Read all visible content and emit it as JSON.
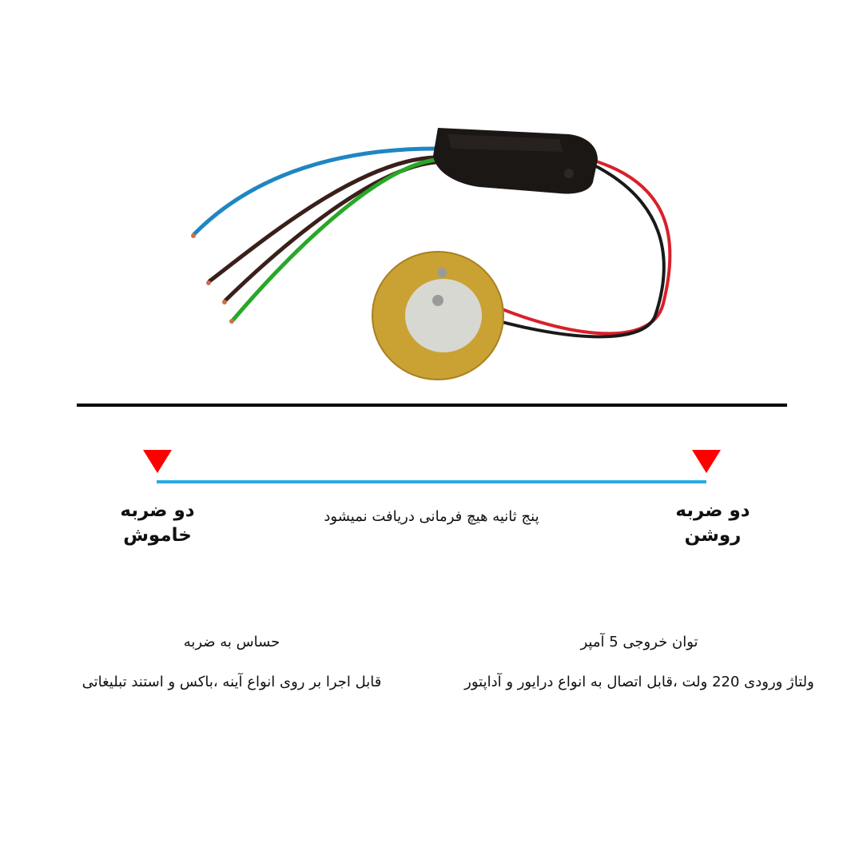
{
  "colors": {
    "divider": "#000000",
    "timeline": "#29abe2",
    "marker": "#ff0000",
    "wire_blue": "#1f86c2",
    "wire_brown": "#3a1f1a",
    "wire_green": "#27a827",
    "wire_red": "#d9202a",
    "wire_black": "#1a1a1a",
    "piezo_brass": "#c9a233",
    "piezo_disc": "#d8d8d2"
  },
  "timeline": {
    "off_label_line1": "دو ضربه",
    "off_label_line2": "خاموش",
    "on_label_line1": "دو ضربه",
    "on_label_line2": "روشن",
    "middle_text": "پنج ثانیه هیچ فرمانی دریافت نمیشود"
  },
  "features": {
    "left": [
      "حساس به ضربه",
      "قابل اجرا بر روی انواع آینه ،باکس و استند تبلیغاتی"
    ],
    "right": [
      "توان خروجی 5 آمپر",
      "ولتاژ ورودی 220 ولت ،قابل اتصال به انواع درایور و آداپتور"
    ]
  }
}
